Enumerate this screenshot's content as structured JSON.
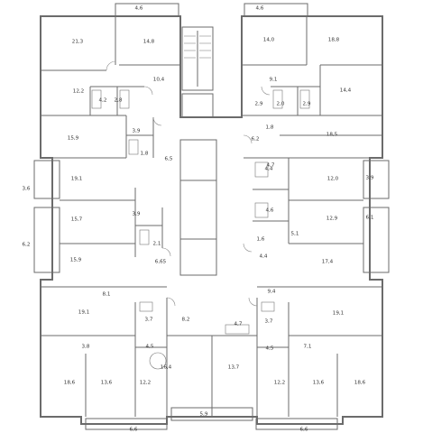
{
  "plan": {
    "rooms": [
      {
        "key": "r1",
        "label": "21,3"
      },
      {
        "key": "r2",
        "label": "14,8"
      },
      {
        "key": "r3",
        "label": "12,2"
      },
      {
        "key": "r4",
        "label": "4,2"
      },
      {
        "key": "r5",
        "label": "2,8"
      },
      {
        "key": "r6",
        "label": "10,4"
      },
      {
        "key": "r7",
        "label": "15,9"
      },
      {
        "key": "r8",
        "label": "3,9"
      },
      {
        "key": "r9",
        "label": "1,8"
      },
      {
        "key": "r10",
        "label": "6,5"
      },
      {
        "key": "r11",
        "label": "19,1"
      },
      {
        "key": "r12",
        "label": "15,7"
      },
      {
        "key": "r13",
        "label": "3,9"
      },
      {
        "key": "r14",
        "label": "2,1"
      },
      {
        "key": "r15",
        "label": "15,9"
      },
      {
        "key": "r16",
        "label": "6,65"
      },
      {
        "key": "r17",
        "label": "8,1"
      },
      {
        "key": "r18",
        "label": "19,1"
      },
      {
        "key": "r19",
        "label": "3,7"
      },
      {
        "key": "r20",
        "label": "3,8"
      },
      {
        "key": "r21",
        "label": "4,5"
      },
      {
        "key": "r22",
        "label": "8,2"
      },
      {
        "key": "r23",
        "label": "16,4"
      },
      {
        "key": "r24",
        "label": "18,6"
      },
      {
        "key": "r25",
        "label": "13,6"
      },
      {
        "key": "r26",
        "label": "12,2"
      },
      {
        "key": "r27",
        "label": "13,7"
      },
      {
        "key": "r28",
        "label": "14,0"
      },
      {
        "key": "r29",
        "label": "18,8"
      },
      {
        "key": "r30",
        "label": "9,1"
      },
      {
        "key": "r31",
        "label": "14,4"
      },
      {
        "key": "r32",
        "label": "2,9"
      },
      {
        "key": "r33",
        "label": "2,0"
      },
      {
        "key": "r34",
        "label": "2,9"
      },
      {
        "key": "r35",
        "label": "1,8"
      },
      {
        "key": "r36",
        "label": "6,2"
      },
      {
        "key": "r37",
        "label": "18,5"
      },
      {
        "key": "r38",
        "label": "4,4"
      },
      {
        "key": "r39",
        "label": "4,7"
      },
      {
        "key": "r40",
        "label": "12,0"
      },
      {
        "key": "r41",
        "label": "4,6"
      },
      {
        "key": "r42",
        "label": "12,9"
      },
      {
        "key": "r43",
        "label": "1,6"
      },
      {
        "key": "r44",
        "label": "5,1"
      },
      {
        "key": "r45",
        "label": "4,4"
      },
      {
        "key": "r46",
        "label": "17,4"
      },
      {
        "key": "r47",
        "label": "9,4"
      },
      {
        "key": "r48",
        "label": "4,7"
      },
      {
        "key": "r49",
        "label": "3,7"
      },
      {
        "key": "r50",
        "label": "19,1"
      },
      {
        "key": "r51",
        "label": "4,5"
      },
      {
        "key": "r52",
        "label": "7,1"
      },
      {
        "key": "r53",
        "label": "12,2"
      },
      {
        "key": "r54",
        "label": "13,6"
      },
      {
        "key": "r55",
        "label": "18,6"
      }
    ],
    "balconies": [
      {
        "key": "b1",
        "label": "4,6"
      },
      {
        "key": "b2",
        "label": "4,6"
      },
      {
        "key": "b3",
        "label": "3,6"
      },
      {
        "key": "b4",
        "label": "6,2"
      },
      {
        "key": "b5",
        "label": "3,9"
      },
      {
        "key": "b6",
        "label": "6,1"
      },
      {
        "key": "b7",
        "label": "5,9"
      },
      {
        "key": "b8",
        "label": "6,6"
      },
      {
        "key": "b9",
        "label": "6,6"
      }
    ]
  }
}
